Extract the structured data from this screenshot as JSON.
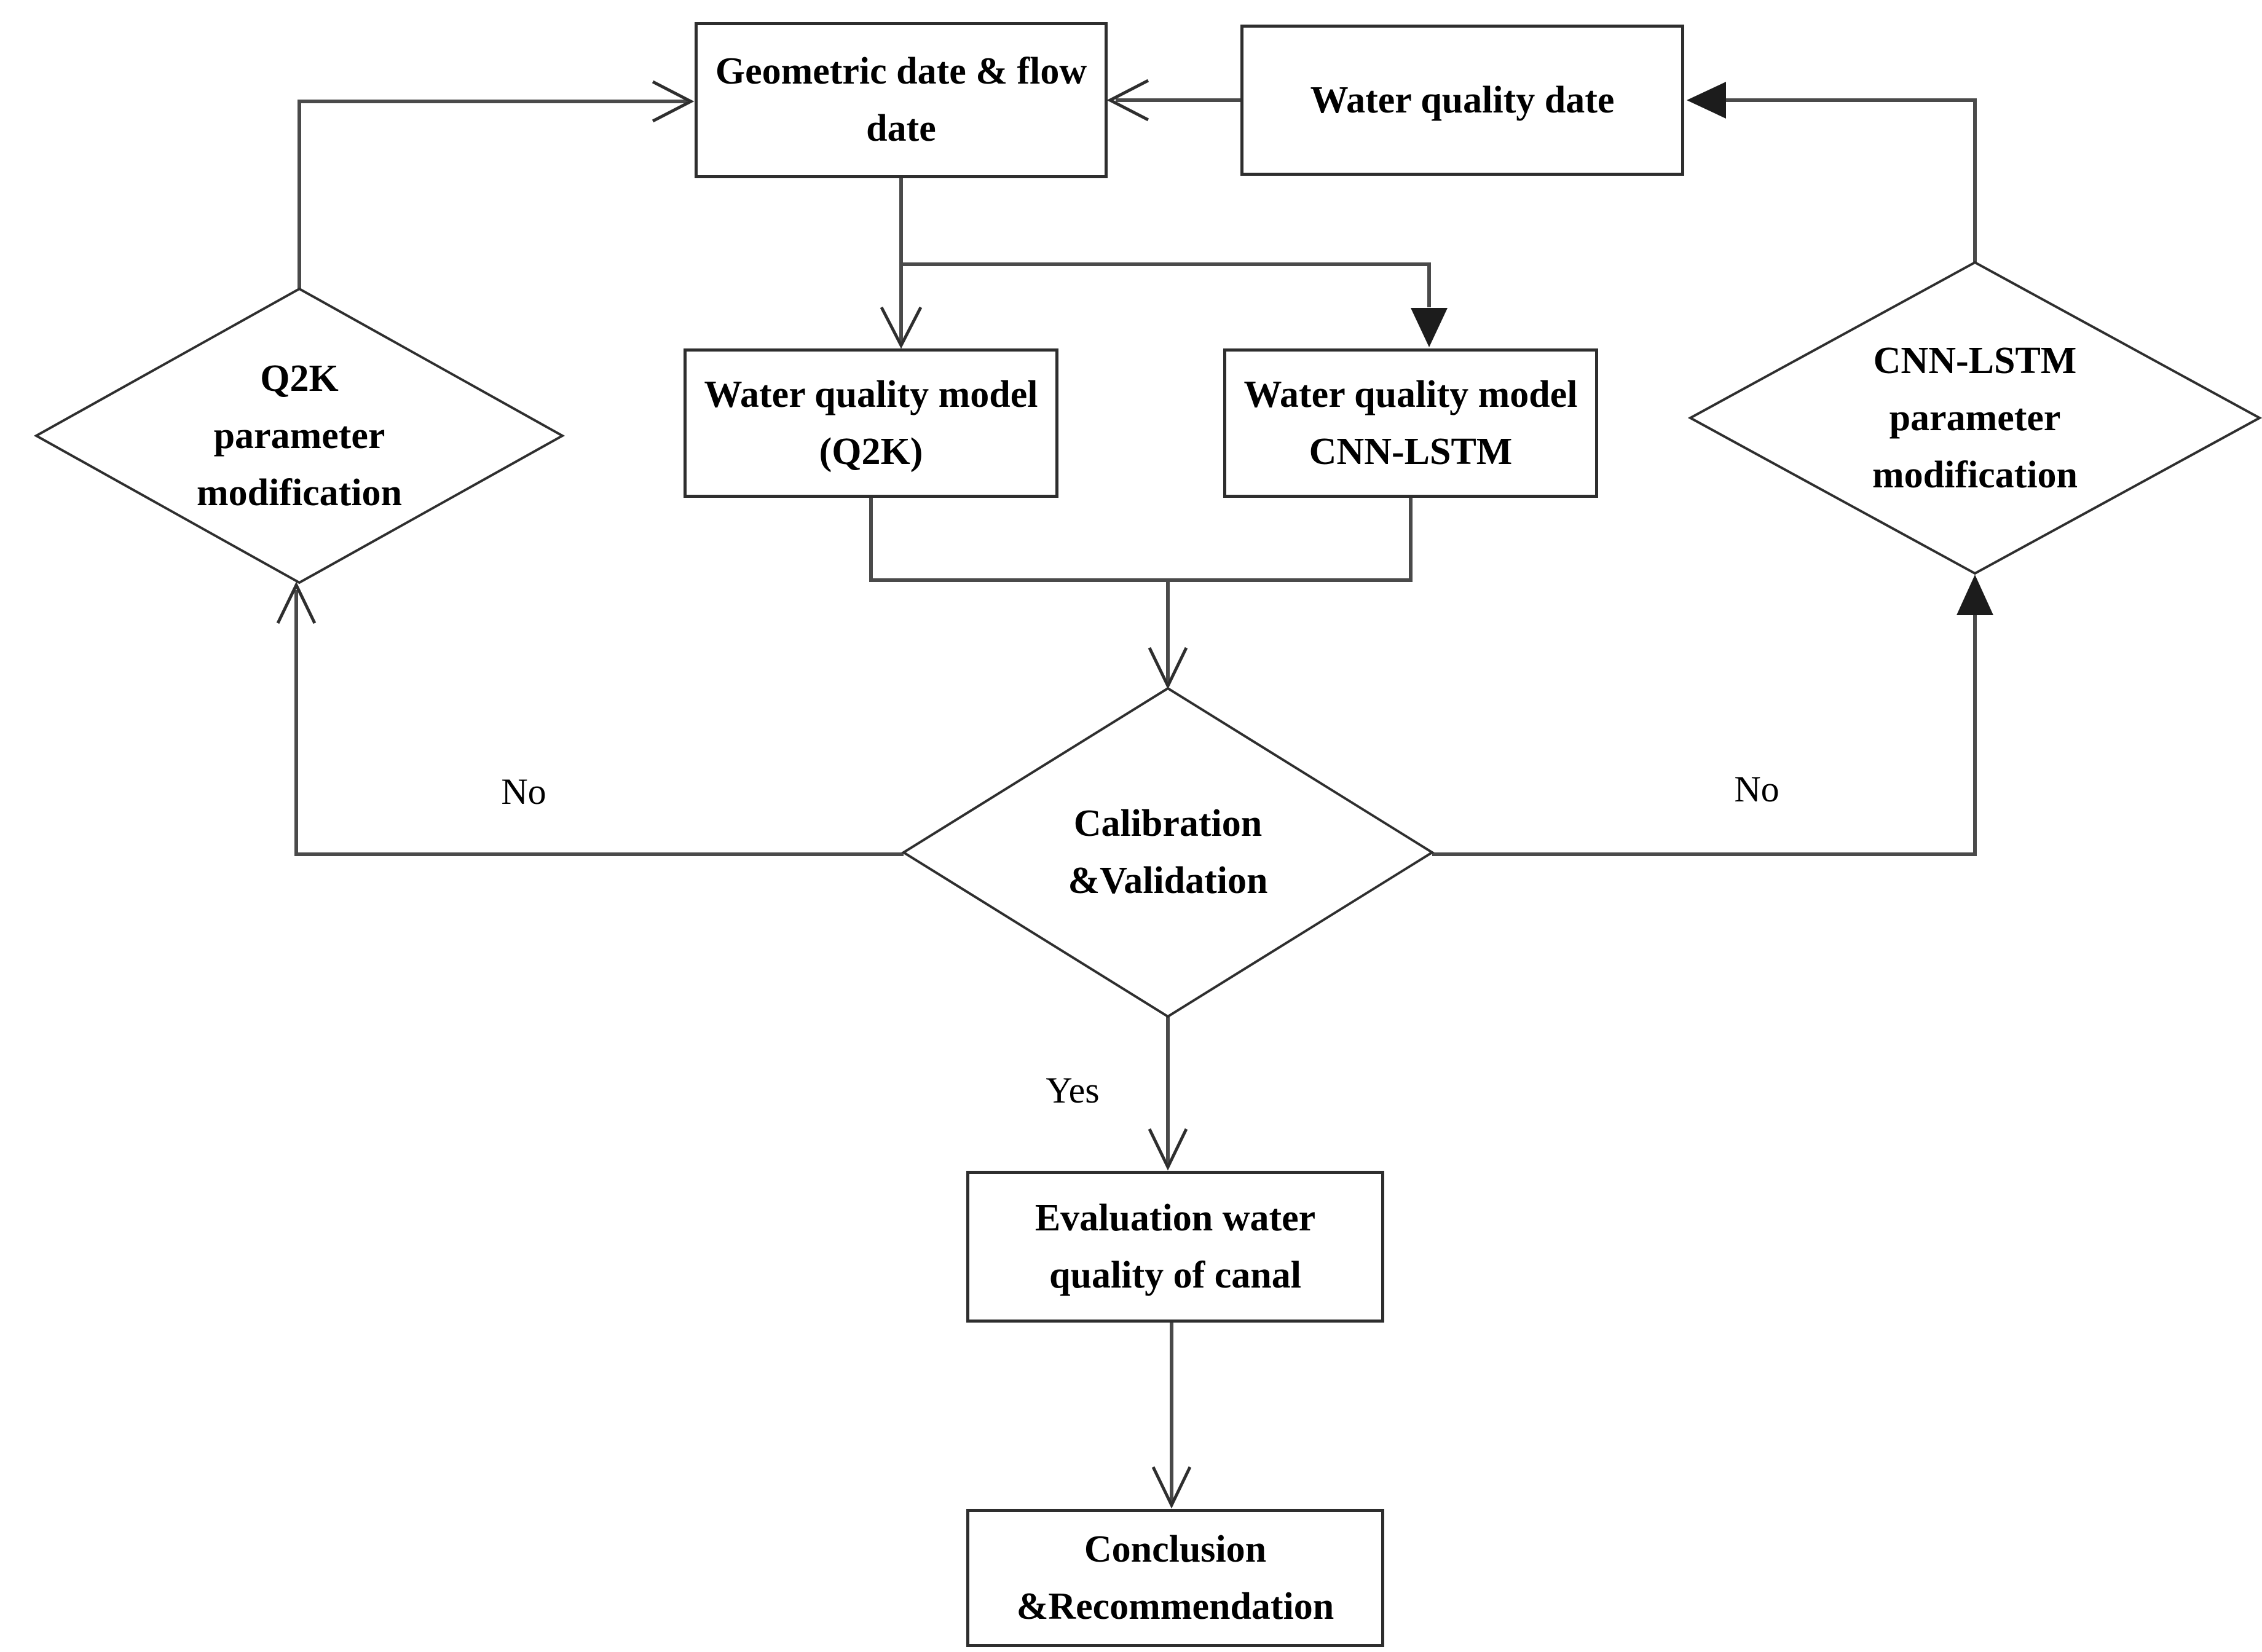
{
  "diagram": {
    "nodes": {
      "geometric_flow_data": "Geometric date & flow\ndate",
      "water_quality_data": "Water quality date",
      "q2k_model": "Water quality model\n(Q2K)",
      "cnn_lstm_model": "Water quality model\nCNN-LSTM",
      "q2k_param_mod": "Q2K\nparameter\nmodification",
      "cnn_param_mod": "CNN-LSTM\nparameter\nmodification",
      "calibration": "Calibration\n&Validation",
      "evaluation": "Evaluation water\nquality of canal",
      "conclusion": "Conclusion\n&Recommendation"
    },
    "edge_labels": {
      "no_left": "No",
      "no_right": "No",
      "yes": "Yes"
    },
    "colors": {
      "background": "#ffffff",
      "line": "#4a4a4a",
      "shape_stroke": "#2e2e2e",
      "text": "#000000"
    }
  }
}
